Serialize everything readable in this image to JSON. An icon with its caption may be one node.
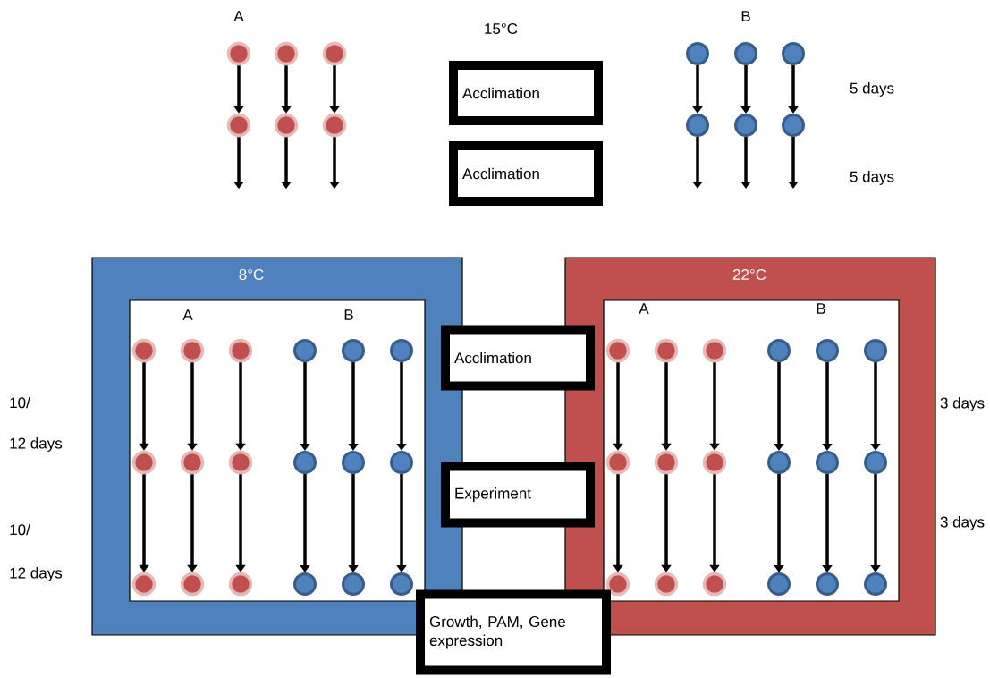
{
  "diagram": {
    "nodes": [
      {
        "text": [],
        "shape": "circle"
      },
      {
        "text": [],
        "shape": "circle"
      },
      {
        "text": [],
        "shape": "circle"
      },
      {
        "text": [],
        "shape": "circle"
      },
      {
        "text": [],
        "shape": "circle"
      },
      {
        "text": [],
        "shape": "circle"
      },
      {
        "text": [],
        "shape": "circle"
      },
      {
        "text": [],
        "shape": "circle"
      },
      {
        "text": [],
        "shape": "circle"
      },
      {
        "text": [],
        "shape": "circle"
      },
      {
        "text": [],
        "shape": "circle"
      },
      {
        "text": [],
        "shape": "circle"
      },
      {
        "text": [
          "Acclimation"
        ]
      },
      {
        "text": [
          "Acclimation"
        ]
      },
      {
        "text": [
          "8°C"
        ]
      },
      {
        "text": [
          "A",
          "B"
        ],
        "in": 14
      },
      {
        "text": [],
        "shape": "circle",
        "in": 15
      },
      {
        "text": [],
        "shape": "circle",
        "in": 15
      },
      {
        "text": [],
        "shape": "circle",
        "in": 15
      },
      {
        "text": [],
        "shape": "circle",
        "in": 15
      },
      {
        "text": [],
        "shape": "circle",
        "in": 15
      },
      {
        "text": [],
        "shape": "circle",
        "in": 15
      },
      {
        "text": [],
        "shape": "circle",
        "in": 15
      },
      {
        "text": [],
        "shape": "circle",
        "in": 15
      },
      {
        "text": [],
        "shape": "circle",
        "in": 15
      },
      {
        "text": [],
        "shape": "circle",
        "in": 15
      },
      {
        "text": [],
        "shape": "circle",
        "in": 15
      },
      {
        "text": [],
        "shape": "circle",
        "in": 15
      },
      {
        "text": [],
        "shape": "circle",
        "in": 15
      },
      {
        "text": [],
        "shape": "circle",
        "in": 15
      },
      {
        "text": [],
        "shape": "circle",
        "in": 15
      },
      {
        "text": [],
        "shape": "circle",
        "in": 15
      },
      {
        "text": [],
        "shape": "circle",
        "in": 15
      },
      {
        "text": [],
        "shape": "circle",
        "in": 15
      },
      {
        "text": [
          "22°C"
        ]
      },
      {
        "text": [
          "A",
          "B"
        ],
        "in": 34
      },
      {
        "text": [],
        "shape": "circle",
        "in": 35
      },
      {
        "text": [],
        "shape": "circle",
        "in": 35
      },
      {
        "text": [],
        "shape": "circle",
        "in": 35
      },
      {
        "text": [],
        "shape": "circle",
        "in": 35
      },
      {
        "text": [],
        "shape": "circle",
        "in": 35
      },
      {
        "text": [],
        "shape": "circle",
        "in": 35
      },
      {
        "text": [],
        "shape": "circle",
        "in": 35
      },
      {
        "text": [],
        "shape": "circle",
        "in": 35
      },
      {
        "text": [],
        "shape": "circle",
        "in": 35
      },
      {
        "text": [],
        "shape": "circle",
        "in": 35
      },
      {
        "text": [],
        "shape": "circle",
        "in": 35
      },
      {
        "text": [],
        "shape": "circle",
        "in": 35
      },
      {
        "text": [],
        "shape": "circle",
        "in": 35
      },
      {
        "text": [],
        "shape": "circle",
        "in": 35
      },
      {
        "text": [],
        "shape": "circle",
        "in": 35
      },
      {
        "text": [],
        "shape": "circle",
        "in": 35
      },
      {
        "text": [],
        "shape": "circle",
        "in": 35
      },
      {
        "text": [],
        "shape": "circle",
        "in": 35
      },
      {
        "text": [
          "Acclimation"
        ]
      },
      {
        "text": [
          "Experiment"
        ]
      },
      {
        "text": [
          "Growth, PAM, Gene expression"
        ]
      }
    ],
    "edges": [
      {
        "from": 0,
        "to": 3,
        "arrow": "to"
      },
      {
        "from": 1,
        "to": 4,
        "arrow": "to"
      },
      {
        "from": 2,
        "to": 5,
        "arrow": "to"
      },
      {
        "from": 6,
        "to": 9,
        "arrow": "to"
      },
      {
        "from": 7,
        "to": 10,
        "arrow": "to"
      },
      {
        "from": 8,
        "to": 11,
        "arrow": "to"
      },
      {
        "from": 3,
        "to": null,
        "arrow": "to"
      },
      {
        "from": 4,
        "to": null,
        "arrow": "to"
      },
      {
        "from": 5,
        "to": null,
        "arrow": "to"
      },
      {
        "from": 9,
        "to": null,
        "arrow": "to"
      },
      {
        "from": 10,
        "to": null,
        "arrow": "to"
      },
      {
        "from": 11,
        "to": null,
        "arrow": "to"
      },
      {
        "from": 16,
        "to": 22,
        "arrow": "to"
      },
      {
        "from": 17,
        "to": 23,
        "arrow": "to"
      },
      {
        "from": 18,
        "to": 24,
        "arrow": "to"
      },
      {
        "from": 19,
        "to": 25,
        "arrow": "to"
      },
      {
        "from": 20,
        "to": 26,
        "arrow": "to"
      },
      {
        "from": 21,
        "to": 27,
        "arrow": "to"
      },
      {
        "from": 22,
        "to": 28,
        "arrow": "to"
      },
      {
        "from": 23,
        "to": 29,
        "arrow": "to"
      },
      {
        "from": 24,
        "to": 30,
        "arrow": "to"
      },
      {
        "from": 25,
        "to": 31,
        "arrow": "to"
      },
      {
        "from": 26,
        "to": 32,
        "arrow": "to"
      },
      {
        "from": 27,
        "to": 33,
        "arrow": "to"
      },
      {
        "from": 36,
        "to": 42,
        "arrow": "to"
      },
      {
        "from": 37,
        "to": 43,
        "arrow": "to"
      },
      {
        "from": 38,
        "to": 44,
        "arrow": "to"
      },
      {
        "from": 39,
        "to": 45,
        "arrow": "to"
      },
      {
        "from": 40,
        "to": 46,
        "arrow": "to"
      },
      {
        "from": 41,
        "to": 47,
        "arrow": "to"
      },
      {
        "from": 42,
        "to": 48,
        "arrow": "to"
      },
      {
        "from": 43,
        "to": 49,
        "arrow": "to"
      },
      {
        "from": 44,
        "to": 50,
        "arrow": "to"
      },
      {
        "from": 45,
        "to": 51,
        "arrow": "to"
      },
      {
        "from": 46,
        "to": 52,
        "arrow": "to"
      },
      {
        "from": 47,
        "to": 53,
        "arrow": "to"
      }
    ],
    "labels": [
      "A",
      "15°C",
      "B",
      "5 days",
      "5 days",
      "10/",
      "12 days",
      "3 days",
      "10/",
      "12 days",
      "3 days"
    ]
  }
}
